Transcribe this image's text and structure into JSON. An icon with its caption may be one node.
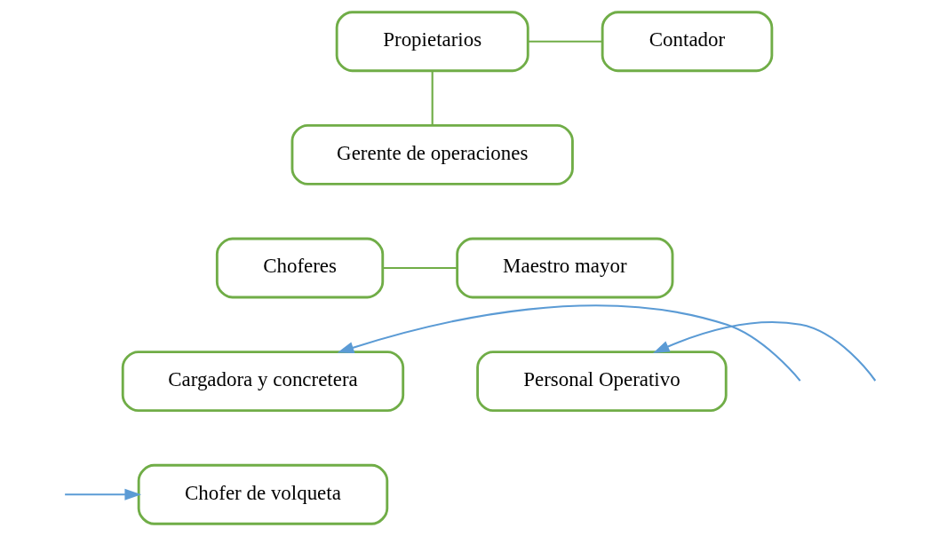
{
  "diagram": {
    "nodes": [
      {
        "text": [
          "Propietarios"
        ]
      },
      {
        "text": [
          "Contador"
        ]
      },
      {
        "text": [
          "Gerente de operaciones"
        ]
      },
      {
        "text": [
          "Choferes"
        ]
      },
      {
        "text": [
          "Maestro mayor"
        ]
      },
      {
        "text": [
          "Cargadora y concretera"
        ]
      },
      {
        "text": [
          "Chofer de volqueta"
        ]
      },
      {
        "text": [
          "Personal Operativo"
        ]
      }
    ],
    "edges": [
      {
        "from": 0,
        "to": 2,
        "arrow": "none"
      },
      {
        "from": 1,
        "to": 0,
        "arrow": "none"
      },
      {
        "from": 3,
        "to": 4,
        "arrow": "none"
      },
      {
        "from": null,
        "to": 5,
        "arrow": "to",
        "color": "#5b9bd5"
      },
      {
        "from": null,
        "to": 6,
        "arrow": "to",
        "color": "#5b9bd5"
      },
      {
        "from": null,
        "to": 7,
        "arrow": "to",
        "color": "#5b9bd5"
      }
    ]
  }
}
